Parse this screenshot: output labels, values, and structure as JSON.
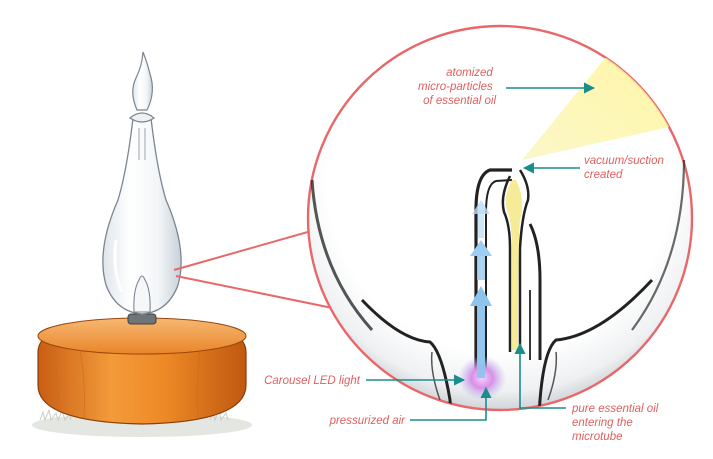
{
  "diagram": {
    "labels": {
      "atomized": [
        "atomized",
        "micro-particles",
        "of essential oil"
      ],
      "vacuum": [
        "vacuum/suction",
        "created"
      ],
      "led": [
        "Carousel LED light"
      ],
      "air": [
        "pressurized air"
      ],
      "oil": [
        "pure essential oil",
        "entering the",
        "microtube"
      ]
    },
    "colors": {
      "callout_outline": "#e8686a",
      "arrow": "#1a8d8c",
      "label_text": "#e0605e",
      "wood_base": "#e9821f",
      "oil_fill": "#f6ec97",
      "mist_cone": "#fbf6b5",
      "air_arrow": "#8ec4ec",
      "led_glow": "#d88ce0"
    },
    "icons": [
      "glass-nebulizer",
      "wooden-base",
      "magnifier-callout",
      "microtube",
      "mist-cone"
    ]
  }
}
